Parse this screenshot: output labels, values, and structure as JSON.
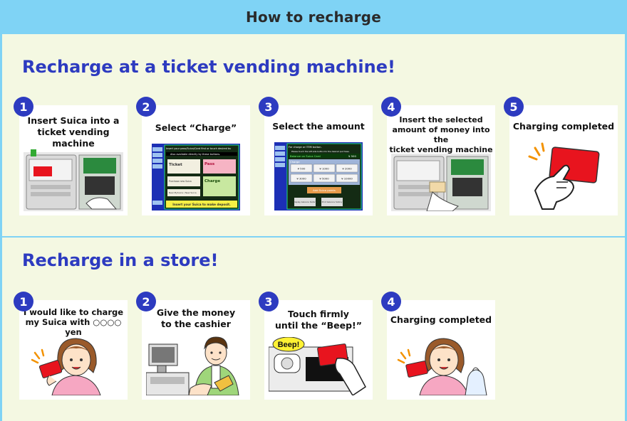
{
  "header": {
    "title": "How to recharge"
  },
  "machine_section": {
    "title": "Recharge at a ticket vending machine!",
    "steps": [
      {
        "number": "1",
        "caption_line1": "Insert Suica into a",
        "caption_line2": "ticket vending machine"
      },
      {
        "number": "2",
        "caption_line1": "Select “Charge”",
        "caption_line2": ""
      },
      {
        "number": "3",
        "caption_line1": "Select the amount",
        "caption_line2": ""
      },
      {
        "number": "4",
        "caption_line1": "Insert the selected",
        "caption_line2": "amount of money into the",
        "caption_line3": "ticket vending machine"
      },
      {
        "number": "5",
        "caption_line1": "Charging completed",
        "caption_line2": ""
      }
    ],
    "screen_select": {
      "prompt": "Insert your pass/Suica/Card first or touch desired bu",
      "note": "Also available directly by these buttons.",
      "ticket": "Ticket",
      "pass": "Pass",
      "pass_sub": "New pass / Renewal / Reissue of card",
      "purchase": "Purchase new Suica",
      "charge": "Charge",
      "new_mysuica": "New MySuica / New Suica",
      "footer": "Insert your Suica to make deposit."
    },
    "screen_amount": {
      "prompt": "For charge or ITEM button.",
      "note": "Please touch the left side button for the desired purchase.",
      "balance_label": "Balance on Suica Card",
      "balance_value": "¥ 500",
      "charge_label": "Charge",
      "amounts": [
        "¥ 500",
        "¥ 1000",
        "¥ 2000",
        "¥ 3000",
        "¥ 5000",
        "¥ 10000"
      ],
      "add_points": "Add Suica points",
      "display_history": "Display balance history",
      "print_history": "Print balance history"
    }
  },
  "store_section": {
    "title": "Recharge in a store!",
    "steps": [
      {
        "number": "1",
        "caption_line1": "I would like to charge",
        "caption_line2": "my Suica with ○○○○ yen"
      },
      {
        "number": "2",
        "caption_line1": "Give the money",
        "caption_line2": "to the cashier"
      },
      {
        "number": "3",
        "caption_line1": "Touch firmly",
        "caption_line2": "until the “Beep!”"
      },
      {
        "number": "4",
        "caption_line1": "Charging completed",
        "caption_line2": ""
      }
    ],
    "beep_label": "Beep!"
  },
  "colors": {
    "header_bg": "#7fd3f5",
    "accent_blue": "#2d3bc0",
    "page_bg": "#f4f8e2",
    "card_red": "#e8141e"
  }
}
